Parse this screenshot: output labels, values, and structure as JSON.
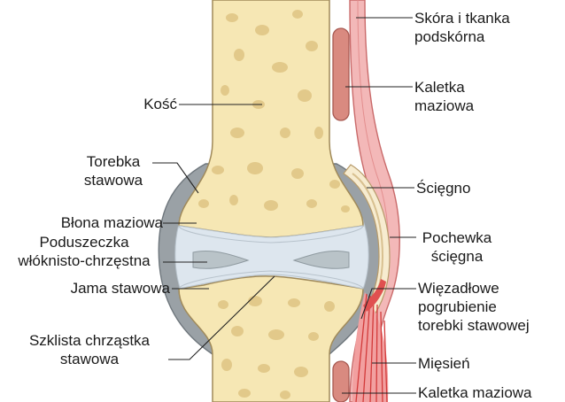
{
  "labels": {
    "skin_line1": "Skóra i tkanka",
    "skin_line2": "podskórna",
    "bursa_top_line1": "Kaletka",
    "bursa_top_line2": "maziowa",
    "bone": "Kość",
    "capsule_line1": "Torebka",
    "capsule_line2": "stawowa",
    "tendon": "Ścięgno",
    "synovial_membrane": "Błona maziowa",
    "meniscus_line1": "Poduszeczka",
    "meniscus_line2": "włóknisto-chrzęstna",
    "tendon_sheath_line1": "Pochewka",
    "tendon_sheath_line2": "ścięgna",
    "joint_cavity": "Jama stawowa",
    "ligament_line1": "Więzadłowe",
    "ligament_line2": "pogrubienie",
    "ligament_line3": "torebki stawowej",
    "cartilage_line1": "Szklista chrząstka",
    "cartilage_line2": "stawowa",
    "muscle": "Mięsień",
    "bursa_bottom": "Kaletka maziowa"
  },
  "colors": {
    "bone": "#f6e7b4",
    "bone_pore": "#e2c98a",
    "bone_outline": "#a08a5a",
    "capsule": "#9aa1a6",
    "cartilage": "#dde6ee",
    "skin": "#f3b8b8",
    "bursa": "#d98a80",
    "muscle": "#e05050",
    "tendon": "#f7ecd0"
  }
}
